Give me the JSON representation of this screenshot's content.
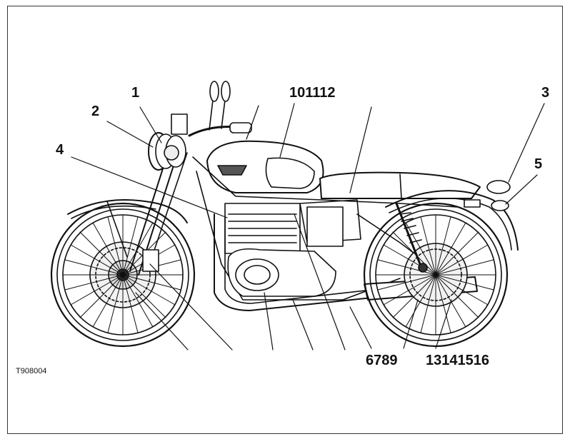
{
  "figure": {
    "reference_code": "T908004"
  },
  "callouts": [
    {
      "id": "c1",
      "text": "1"
    },
    {
      "id": "c2",
      "text": "2"
    },
    {
      "id": "c3",
      "text": "3"
    },
    {
      "id": "c4",
      "text": "4"
    },
    {
      "id": "c5",
      "text": "5"
    },
    {
      "id": "c101112",
      "text": "101112"
    },
    {
      "id": "c6789",
      "text": "6789"
    },
    {
      "id": "c13141516",
      "text": "13141516"
    }
  ],
  "colors": {
    "line": "#111111",
    "frame": "#333333",
    "fill_light": "#f2f2f2"
  }
}
